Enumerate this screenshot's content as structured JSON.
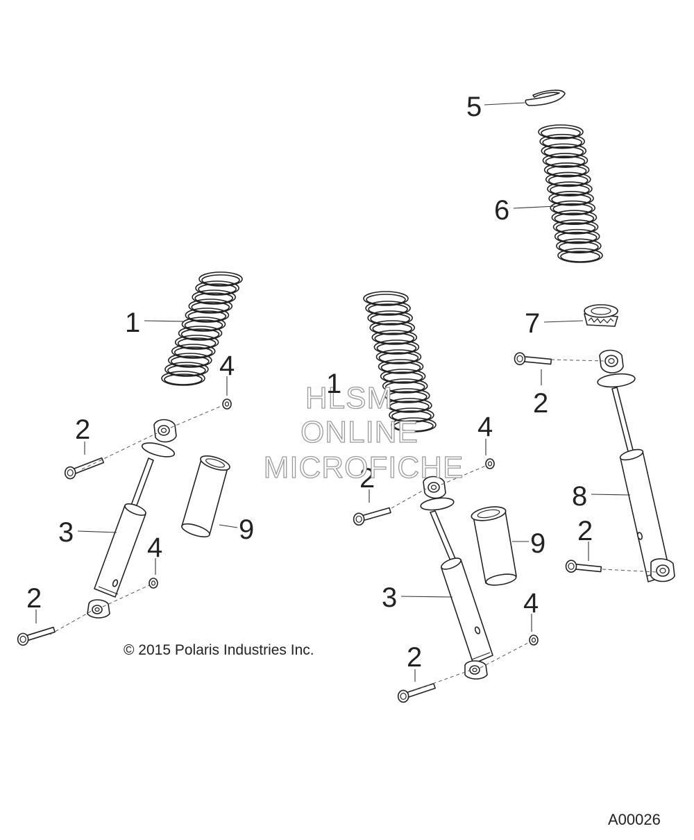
{
  "callouts": [
    "1",
    "2",
    "3",
    "4",
    "5",
    "6",
    "7",
    "8",
    "9"
  ],
  "watermark": {
    "line1": "HLSM",
    "line2": "ONLINE",
    "line3": "MICROFICHE"
  },
  "copyright": "© 2015 Polaris Industries Inc.",
  "figure_id": "A00026"
}
